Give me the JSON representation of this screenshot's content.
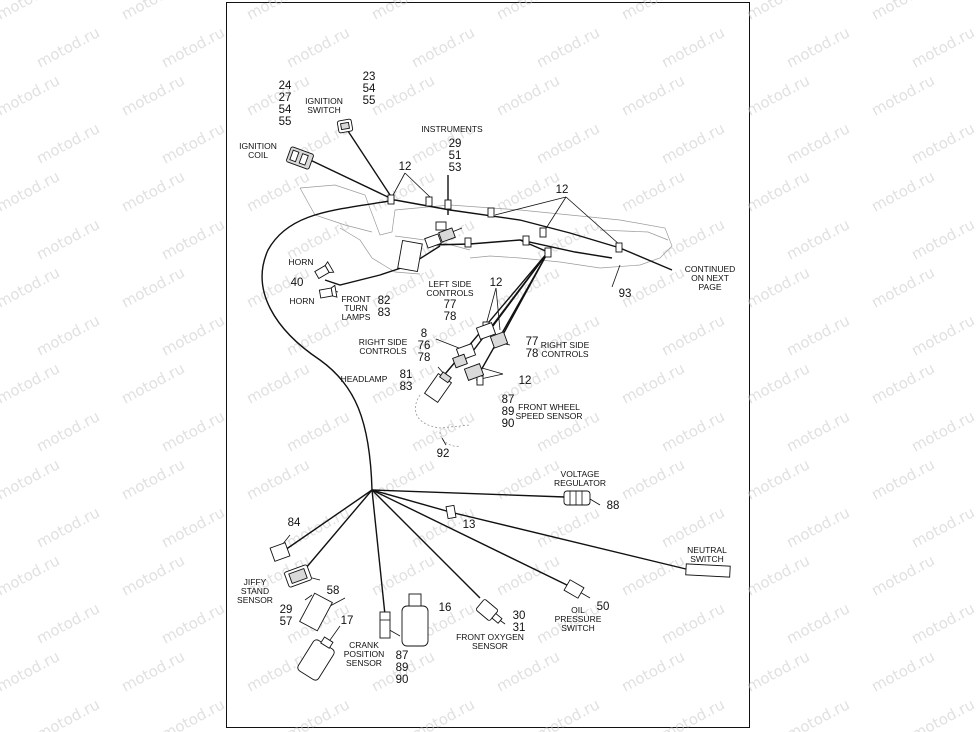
{
  "watermark": "motod.ru",
  "labels": {
    "ignition_switch": [
      "IGNITION",
      "SWITCH"
    ],
    "ignition_coil": [
      "IGNITION",
      "COIL"
    ],
    "instruments": "INSTRUMENTS",
    "horn_top": "HORN",
    "horn_bottom": "HORN",
    "front_turn_lamps": [
      "FRONT",
      "TURN",
      "LAMPS"
    ],
    "left_side_controls": [
      "LEFT SIDE",
      "CONTROLS"
    ],
    "right_side_controls_left": [
      "RIGHT SIDE",
      "CONTROLS"
    ],
    "right_side_controls_right": [
      "RIGHT SIDE",
      "CONTROLS"
    ],
    "headlamp": "HEADLAMP",
    "front_wheel_speed_sensor": [
      "FRONT WHEEL",
      "SPEED SENSOR"
    ],
    "continued": [
      "CONTINUED",
      "ON NEXT",
      "PAGE"
    ],
    "voltage_regulator": [
      "VOLTAGE",
      "REGULATOR"
    ],
    "neutral_switch": [
      "NEUTRAL",
      "SWITCH"
    ],
    "oil_pressure_switch": [
      "OIL",
      "PRESSURE",
      "SWITCH"
    ],
    "front_oxygen_sensor": [
      "FRONT OXYGEN",
      "SENSOR"
    ],
    "crank_position_sensor": [
      "CRANK",
      "POSITION",
      "SENSOR"
    ],
    "jiffy_stand_sensor": [
      "JIFFY",
      "STAND",
      "SENSOR"
    ]
  },
  "callouts": {
    "ignition_coil_refs": [
      "24",
      "27",
      "54",
      "55"
    ],
    "ignition_switch_refs": [
      "23",
      "54",
      "55"
    ],
    "instruments_refs": [
      "29",
      "51",
      "53"
    ],
    "cable_strap_a": "12",
    "cable_strap_b": "12",
    "cable_strap_c": "12",
    "cable_strap_d": "12",
    "horn_ref": "40",
    "turn_lamps_refs": [
      "82",
      "83"
    ],
    "left_controls_refs": [
      "77",
      "78"
    ],
    "right_controls_left_refs": [
      "8",
      "76",
      "78"
    ],
    "right_controls_right_refs": [
      "77",
      "78"
    ],
    "headlamp_refs": [
      "81",
      "83"
    ],
    "speed_sensor_refs": [
      "87",
      "89",
      "90"
    ],
    "ref_92": "92",
    "ref_93": "93",
    "voltage_regulator_ref": "88",
    "strap_13": "13",
    "jiffy_refs": [
      "84",
      "29",
      "57"
    ],
    "ref_58": "58",
    "ref_17": "17",
    "ref_16": "16",
    "crank_refs": [
      "87",
      "89",
      "90"
    ],
    "oxygen_refs": [
      "30",
      "31"
    ],
    "oil_pressure_ref": "50"
  }
}
